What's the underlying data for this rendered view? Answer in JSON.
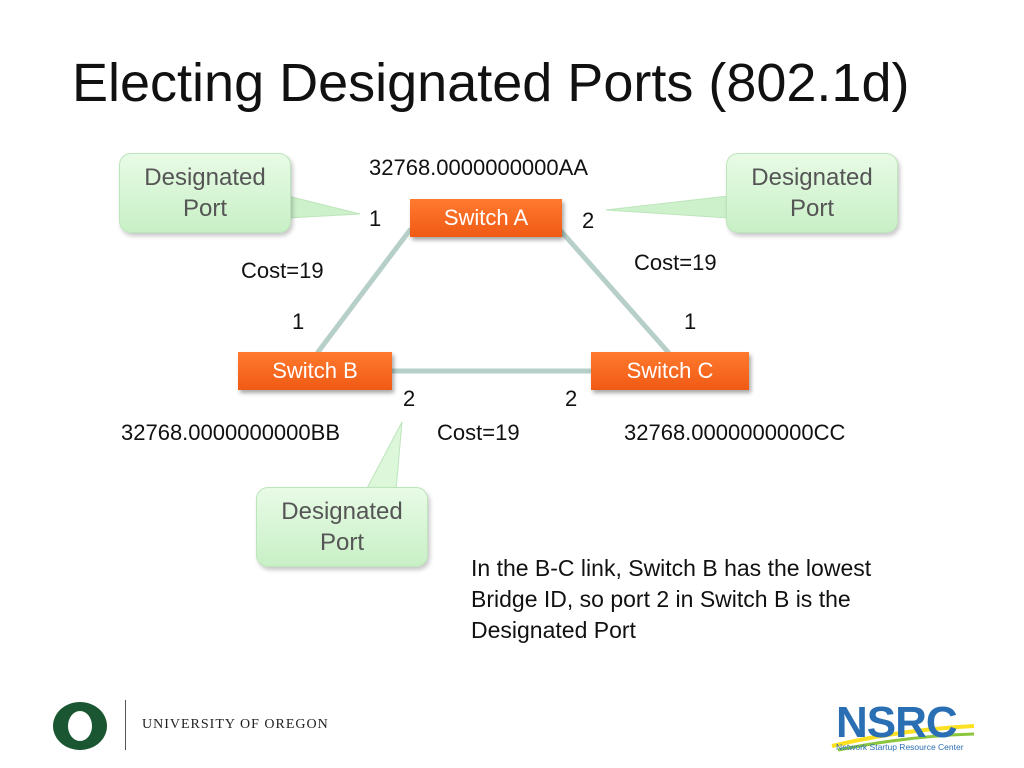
{
  "title": "Electing Designated Ports (802.1d)",
  "switches": {
    "a": {
      "label": "Switch A",
      "bridge_id": "32768.0000000000AA",
      "port_left": "1",
      "port_right": "2"
    },
    "b": {
      "label": "Switch B",
      "bridge_id": "32768.0000000000BB",
      "port_top": "1",
      "port_right": "2"
    },
    "c": {
      "label": "Switch C",
      "bridge_id": "32768.0000000000CC",
      "port_top": "1",
      "port_left": "2"
    }
  },
  "links": {
    "a_b_cost": "Cost=19",
    "a_c_cost": "Cost=19",
    "b_c_cost": "Cost=19"
  },
  "callouts": {
    "a_port1": {
      "line1": "Designated",
      "line2": "Port"
    },
    "a_port2": {
      "line1": "Designated",
      "line2": "Port"
    },
    "b_port2": {
      "line1": "Designated",
      "line2": "Port"
    }
  },
  "note": "In the B-C link, Switch B has the lowest Bridge ID, so port 2 in Switch B is the Designated Port",
  "footer": {
    "university": "UNIVERSITY OF OREGON",
    "logo_letter": "O",
    "nsrc": "NSRC",
    "nsrc_full": "Network Startup Resource Center"
  },
  "colors": {
    "switch": "#f26522",
    "callout": "#d4f5d2",
    "link": "#b7cfc9",
    "uo_green": "#1a5632",
    "uo_yellow": "#fce122",
    "nsrc_blue": "#2a6fb3"
  }
}
